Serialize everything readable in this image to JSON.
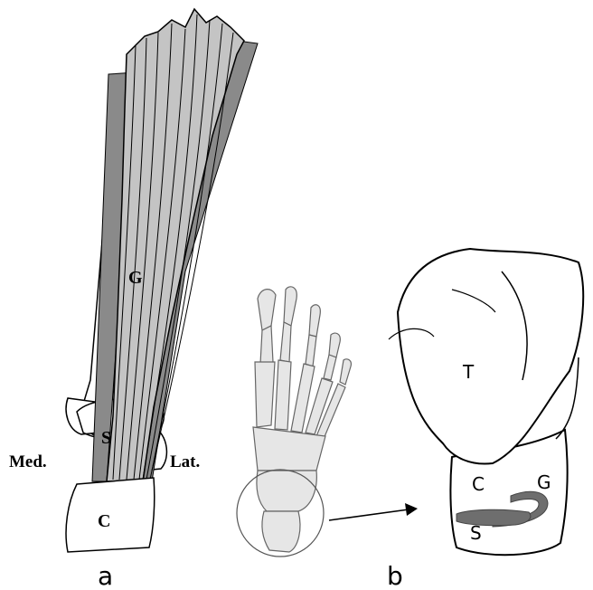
{
  "panel_a": {
    "label_med": "Med.",
    "label_lat": "Lat.",
    "label_G": "G",
    "label_S": "S",
    "label_C": "C",
    "caption": "a"
  },
  "panel_b": {
    "label_T": "T",
    "label_C": "C",
    "label_G": "G",
    "label_S": "S",
    "caption": "b"
  },
  "colors": {
    "outline": "#000000",
    "tendon_light": "#c4c4c4",
    "tendon_dark": "#8a8a8a",
    "bone_fill": "#e6e6e6",
    "tendon_band": "#6e6e6e"
  }
}
